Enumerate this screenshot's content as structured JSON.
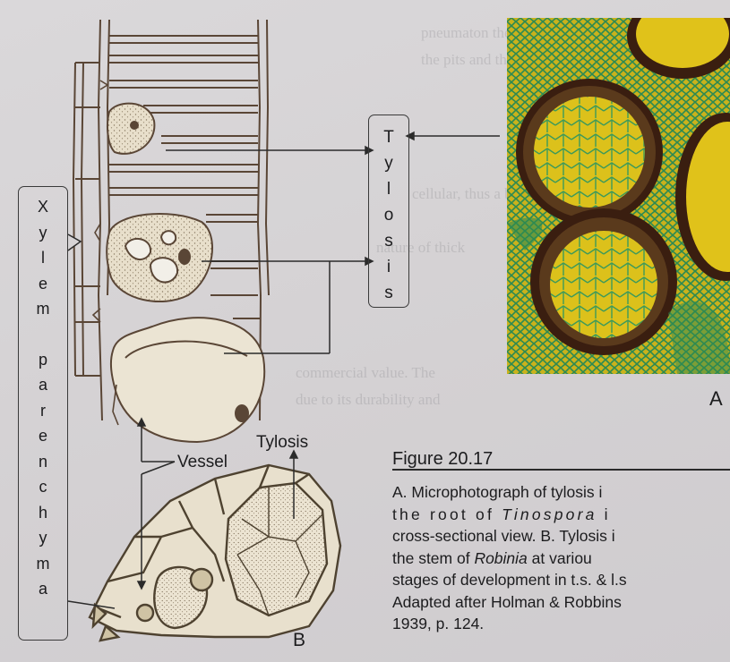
{
  "figure": {
    "title": "Figure 20.17",
    "caption_lines": [
      {
        "pre": "A. Microphotograph of tylosis i",
        "em": "",
        "post": ""
      },
      {
        "pre": "the root of ",
        "em": "Tinospora",
        "post": " i",
        "wide": true
      },
      {
        "pre": "cross-sectional view. B. Tylosis i",
        "em": "",
        "post": ""
      },
      {
        "pre": "the stem of ",
        "em": "Robinia",
        "post": " at variou"
      },
      {
        "pre": "stages of development in t.s. & l.s",
        "em": "",
        "post": ""
      },
      {
        "pre": "Adapted after Holman & Robbins",
        "em": "",
        "post": ""
      },
      {
        "pre": "1939, p. 124.",
        "em": "",
        "post": ""
      }
    ]
  },
  "labels": {
    "xylem_parenchyma": [
      "X",
      "y",
      "l",
      "e",
      "m",
      "",
      "p",
      "a",
      "r",
      "e",
      "n",
      "c",
      "h",
      "y",
      "m",
      "a"
    ],
    "tylosis_box": [
      "T",
      "y",
      "l",
      "o",
      "s",
      "i",
      "s"
    ],
    "tylosis": "Tylosis",
    "vessel": "Vessel",
    "panel_a": "A",
    "panel_b": "B"
  },
  "colors": {
    "ink": "#5a4636",
    "cell_fill": "#e6ddc9",
    "photo_yellow": "#e0c21a",
    "photo_green": "#2d8a52",
    "photo_dark": "#3a1e10"
  }
}
